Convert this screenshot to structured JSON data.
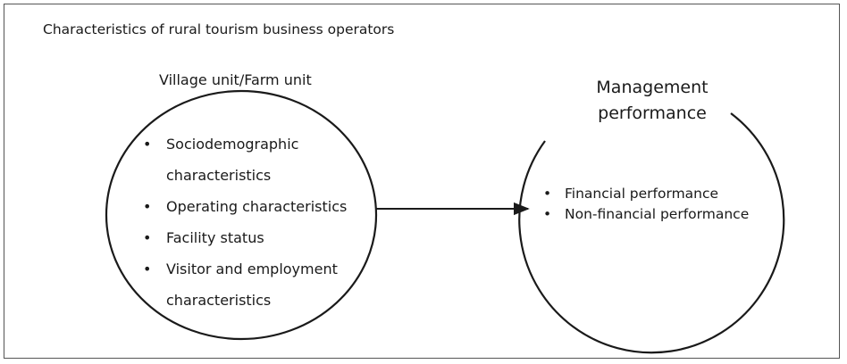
{
  "title": "Characteristics of rural tourism business operators",
  "left_group": {
    "header": "Village unit/Farm unit",
    "items": [
      {
        "line1": "Sociodemographic",
        "line2": "characteristics"
      },
      {
        "line1": "Operating characteristics"
      },
      {
        "line1": "Facility status"
      },
      {
        "line1": "Visitor and employment",
        "line2": "characteristics"
      }
    ]
  },
  "right_group": {
    "header_line1": "Management",
    "header_line2": "performance",
    "items": [
      "Financial performance",
      "Non-financial performance"
    ]
  },
  "bullet": "•",
  "colors": {
    "stroke": "#1a1a1a",
    "frame": "#555555",
    "text": "#1a1a1a"
  }
}
